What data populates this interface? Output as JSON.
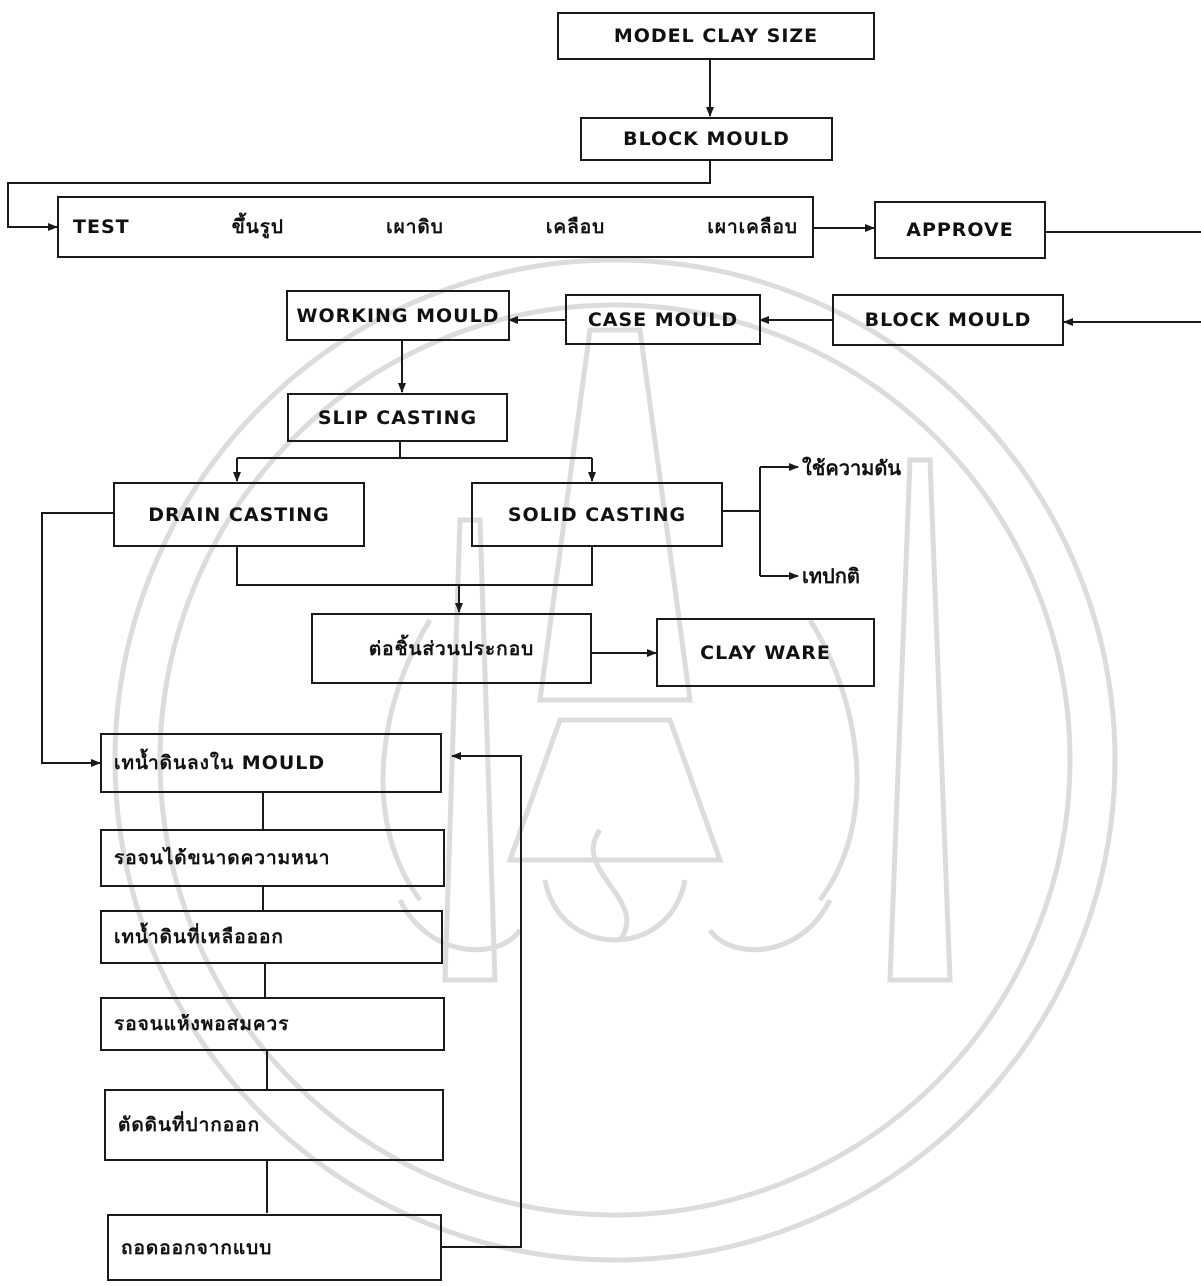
{
  "diagram": {
    "nodes": {
      "model_clay_size": "MODEL CLAY SIZE",
      "block_mould_top": "BLOCK MOULD",
      "test_row": [
        "TEST",
        "ขึ้นรูป",
        "เผาดิบ",
        "เคลือบ",
        "เผาเคลือบ"
      ],
      "approve": "APPROVE",
      "working_mould": "WORKING MOULD",
      "case_mould": "CASE MOULD",
      "block_mould_right": "BLOCK MOULD",
      "slip_casting": "SLIP CASTING",
      "drain_casting": "DRAIN CASTING",
      "solid_casting": "SOLID CASTING",
      "use_pressure": "ใช้ความดัน",
      "pour_normal": "เทปกติ",
      "join_parts": "ต่อชิ้นส่วนประกอบ",
      "clay_ware": "CLAY WARE",
      "pour_slip_into_mould": "เทน้ำดินลงใน MOULD",
      "wait_thickness": "รอจนได้ขนาดความหนา",
      "pour_out_excess": "เทน้ำดินที่เหลือออก",
      "wait_dry": "รอจนแห้งพอสมควร",
      "trim_top": "ตัดดินที่ปากออก",
      "release_from_mould": "ถอดออกจากแบบ"
    }
  },
  "colors": {
    "ink": "#1a1a1a",
    "watermark": "#d9d9d9"
  }
}
